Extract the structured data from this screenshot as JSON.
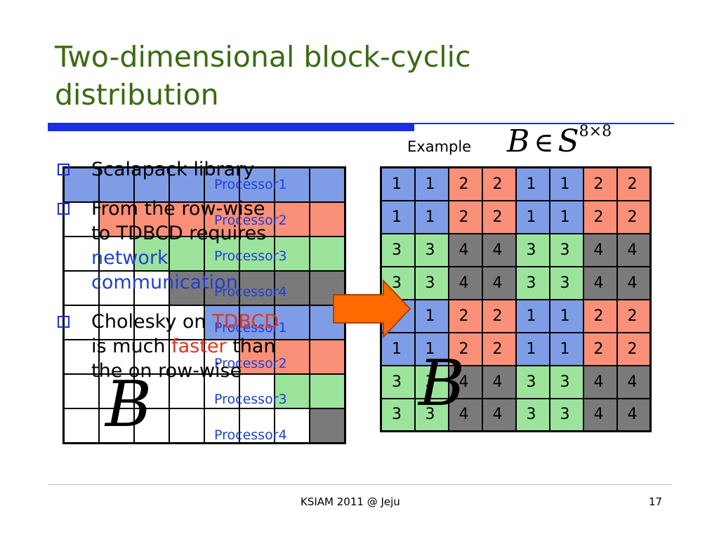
{
  "slide": {
    "title_line1": "Two-dimensional block-cyclic",
    "title_line2": "distribution",
    "example_label": "Example",
    "formula": {
      "lhs": "B",
      "op": "∈",
      "set": "S",
      "sup": "8×8"
    },
    "big_b_left": "B",
    "big_b_right": "B",
    "accent_color": "#1a2ee8",
    "title_color": "#3a6b12"
  },
  "processor_colors": {
    "1": "#7f9de6",
    "2": "#fb9079",
    "3": "#9ce49c",
    "4": "#7a7a7a"
  },
  "left_grid_rows": [
    [
      1,
      1,
      1,
      1,
      1,
      1,
      1,
      1
    ],
    [
      0,
      2,
      2,
      2,
      2,
      2,
      2,
      2
    ],
    [
      0,
      0,
      3,
      3,
      3,
      3,
      3,
      3
    ],
    [
      0,
      0,
      0,
      4,
      4,
      4,
      4,
      4
    ],
    [
      0,
      0,
      0,
      0,
      1,
      1,
      1,
      1
    ],
    [
      0,
      0,
      0,
      0,
      0,
      2,
      2,
      2
    ],
    [
      0,
      0,
      0,
      0,
      0,
      0,
      3,
      3
    ],
    [
      0,
      0,
      0,
      0,
      0,
      0,
      0,
      4
    ]
  ],
  "processor_labels": [
    "Processor1",
    "Processor2",
    "Processor3",
    "Processor4",
    "Processor1",
    "Processor2",
    "Processor3",
    "Processor4"
  ],
  "right_grid_rows": [
    [
      1,
      1,
      2,
      2,
      1,
      1,
      2,
      2
    ],
    [
      1,
      1,
      2,
      2,
      1,
      1,
      2,
      2
    ],
    [
      3,
      3,
      4,
      4,
      3,
      3,
      4,
      4
    ],
    [
      3,
      3,
      4,
      4,
      3,
      3,
      4,
      4
    ],
    [
      1,
      1,
      2,
      2,
      1,
      1,
      2,
      2
    ],
    [
      1,
      1,
      2,
      2,
      1,
      1,
      2,
      2
    ],
    [
      3,
      3,
      4,
      4,
      3,
      3,
      4,
      4
    ],
    [
      3,
      3,
      4,
      4,
      3,
      3,
      4,
      4
    ]
  ],
  "bullets": {
    "b1": "Scalapack library",
    "b2_a": "From the row-wise",
    "b2_b": "to TDBCD requires",
    "b2_c": "network",
    "b2_d": "communication",
    "b3_a": "Cholesky on ",
    "b3_b": "TDBCD",
    "b3_c": "is much ",
    "b3_d": "faster",
    "b3_e": " than",
    "b3_f": "the on row-wise"
  },
  "footer": {
    "center": "KSIAM 2011 @ Jeju",
    "page": "17"
  }
}
